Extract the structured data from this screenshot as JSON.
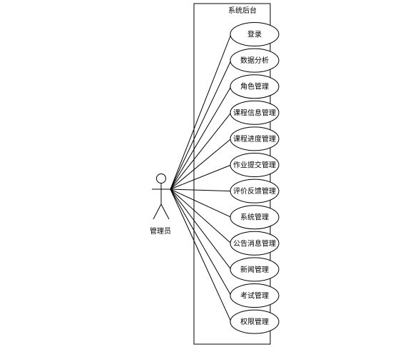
{
  "system": {
    "title": "系统后台"
  },
  "actor": {
    "label": "管理员"
  },
  "use_cases": [
    {
      "label": "登录"
    },
    {
      "label": "数据分析"
    },
    {
      "label": "角色管理"
    },
    {
      "label": "课程信息管理"
    },
    {
      "label": "课程进度管理"
    },
    {
      "label": "作业提交管理"
    },
    {
      "label": "评价反馈管理"
    },
    {
      "label": "系统管理"
    },
    {
      "label": "公告消息管理"
    },
    {
      "label": "新闻管理"
    },
    {
      "label": "考试管理"
    },
    {
      "label": "权限管理"
    }
  ]
}
